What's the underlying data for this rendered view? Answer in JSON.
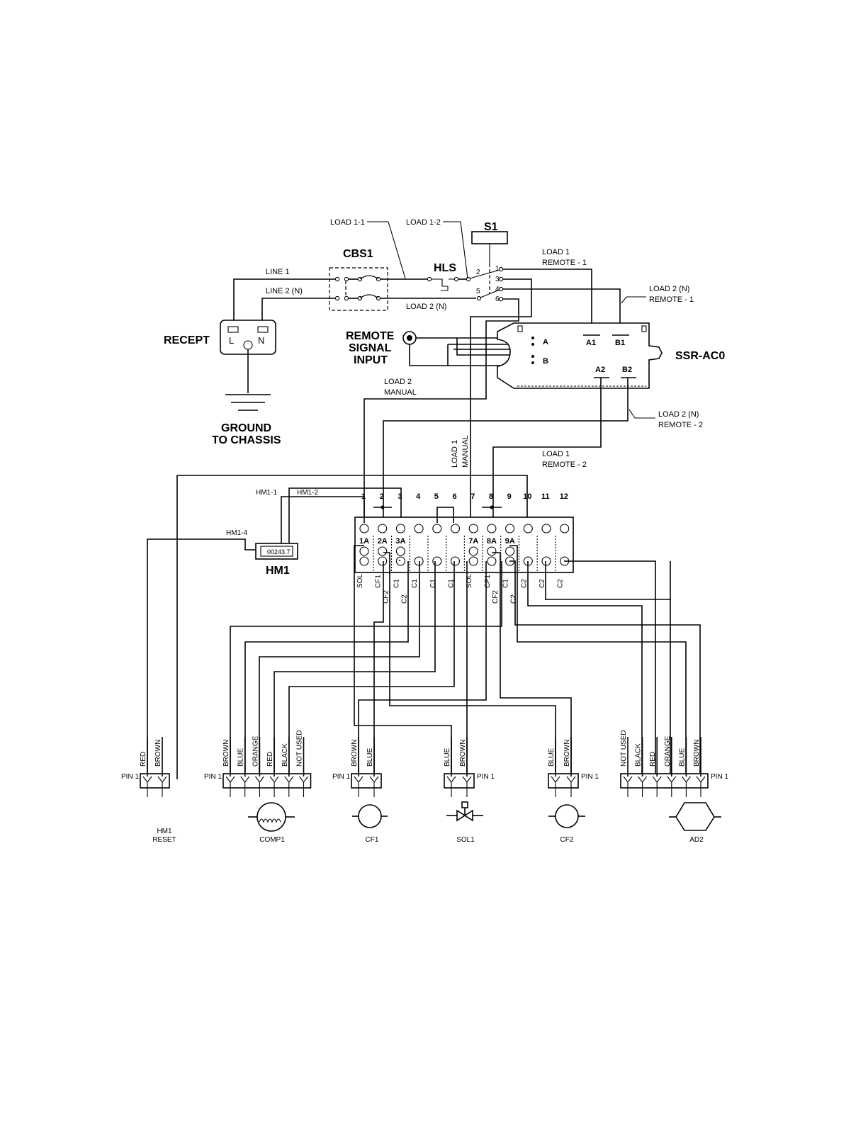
{
  "components": {
    "cbs1": "CBS1",
    "hls": "HLS",
    "s1": "S1",
    "recept": "RECEPT",
    "ground_1": "GROUND",
    "ground_2": "TO CHASSIS",
    "remote_1": "REMOTE",
    "remote_2": "SIGNAL",
    "remote_3": "INPUT",
    "ssr": "SSR-AC0",
    "hm1": "HM1",
    "hm1_display": "00243.7"
  },
  "recept_pins": {
    "l": "L",
    "n": "N"
  },
  "s1_terminals": [
    "1",
    "2",
    "3",
    "4",
    "5",
    "6"
  ],
  "ssr_terminals": {
    "a1": "A1",
    "b1": "B1",
    "a2": "A2",
    "b2": "B2",
    "a": "A",
    "b": "B"
  },
  "wire_labels": {
    "load_1_1": "LOAD 1-1",
    "load_1_2": "LOAD 1-2",
    "line_1": "LINE 1",
    "line_2": "LINE 2 (N)",
    "load_2_n": "LOAD 2 (N)",
    "load1_remote1_a": "LOAD 1",
    "load1_remote1_b": "REMOTE - 1",
    "load2n_remote1_a": "LOAD 2 (N)",
    "load2n_remote1_b": "REMOTE - 1",
    "load2_manual_a": "LOAD 2",
    "load2_manual_b": "MANUAL",
    "load2n_remote2_a": "LOAD 2 (N)",
    "load2n_remote2_b": "REMOTE - 2",
    "load1_manual_a": "LOAD 1",
    "load1_manual_b": "MANUAL",
    "load1_remote2_a": "LOAD 1",
    "load1_remote2_b": "REMOTE - 2",
    "hm1_1": "HM1-1",
    "hm1_2": "HM1-2",
    "hm1_4": "HM1-4"
  },
  "terminal_block": {
    "top_numbers": [
      "1",
      "2",
      "3",
      "4",
      "5",
      "6",
      "7",
      "8",
      "9",
      "10",
      "11",
      "12"
    ],
    "mid_labels": [
      "1A",
      "2A",
      "3A",
      "7A",
      "8A",
      "9A"
    ],
    "bottom_labels_row1": [
      "SOL",
      "CF1",
      "C1",
      "C1",
      "C1",
      "C1",
      "SOL",
      "CF1",
      "C1",
      "C2",
      "C2",
      "C2"
    ],
    "bottom_labels_row2": [
      "CF2",
      "C2",
      "CF2",
      "C2"
    ]
  },
  "connectors": [
    {
      "pin": "PIN 1",
      "wires": [
        "RED",
        "BROWN"
      ],
      "name_1": "HM1",
      "name_2": "RESET"
    },
    {
      "pin": "PIN 1",
      "wires": [
        "BROWN",
        "BLUE",
        "ORANGE",
        "RED",
        "BLACK",
        "NOT USED"
      ],
      "name_1": "COMP1"
    },
    {
      "pin": "PIN 1",
      "wires": [
        "BROWN",
        "BLUE"
      ],
      "name_1": "CF1"
    },
    {
      "pin": "PIN 1",
      "wires": [
        "BLUE",
        "BROWN"
      ],
      "name_1": "SOL1"
    },
    {
      "pin": "PIN 1",
      "wires": [
        "BLUE",
        "BROWN"
      ],
      "name_1": "CF2"
    },
    {
      "pin": "PIN 1",
      "wires": [
        "NOT USED",
        "BLACK",
        "RED",
        "ORANGE",
        "BLUE",
        "BROWN"
      ],
      "name_1": "AD2"
    }
  ],
  "colors": {
    "ink": "#000000",
    "background": "#ffffff"
  }
}
